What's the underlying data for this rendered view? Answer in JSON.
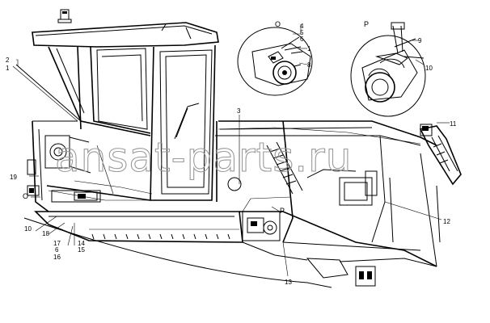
{
  "watermark": "ansat-parts.ru",
  "detail_labels": {
    "O": "O",
    "P": "P"
  },
  "callouts": {
    "c1": "1",
    "c2": "2",
    "c3": "3",
    "c4": "4",
    "c5": "5",
    "c6": "6",
    "c7": "7",
    "c8": "8",
    "c9": "9",
    "c10": "10",
    "c11": "11",
    "c12": "12",
    "c13": "13",
    "c14": "14",
    "c15": "15",
    "c16": "16",
    "c17": "17",
    "c18": "18",
    "c19": "19"
  },
  "callouts_dup": {
    "c1": "1",
    "c6": "6",
    "c10": "10"
  }
}
